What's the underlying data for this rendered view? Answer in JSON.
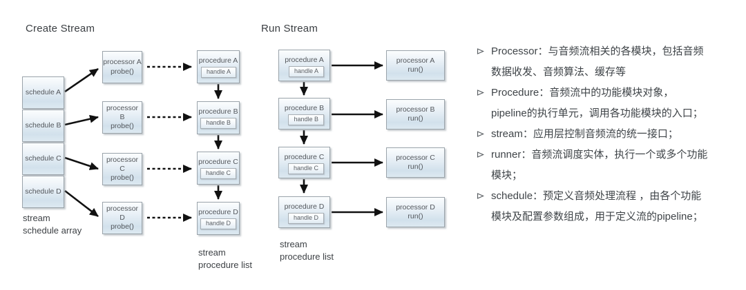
{
  "create": {
    "title": "Create Stream",
    "schedules": [
      "schedule A",
      "schedule B",
      "schedule C",
      "schedule D"
    ],
    "processors": [
      {
        "name": "processor A",
        "method": "probe()"
      },
      {
        "name": "processor B",
        "method": "probe()"
      },
      {
        "name": "processor C",
        "method": "probe()"
      },
      {
        "name": "processor D",
        "method": "probe()"
      }
    ],
    "procedures": [
      {
        "name": "procedure A",
        "handle": "handle A"
      },
      {
        "name": "procedure B",
        "handle": "handle B"
      },
      {
        "name": "procedure C",
        "handle": "handle C"
      },
      {
        "name": "procedure D",
        "handle": "handle D"
      }
    ],
    "array_caption": {
      "line1": "stream",
      "line2": "schedule array"
    },
    "list_caption": {
      "line1": "stream",
      "line2": "procedure list"
    }
  },
  "run": {
    "title": "Run Stream",
    "procedures": [
      {
        "name": "procedure A",
        "handle": "handle A"
      },
      {
        "name": "procedure B",
        "handle": "handle B"
      },
      {
        "name": "procedure C",
        "handle": "handle C"
      },
      {
        "name": "procedure D",
        "handle": "handle D"
      }
    ],
    "processors": [
      {
        "name": "processor A",
        "method": "run()"
      },
      {
        "name": "processor B",
        "method": "run()"
      },
      {
        "name": "processor C",
        "method": "run()"
      },
      {
        "name": "processor D",
        "method": "run()"
      }
    ],
    "list_caption": {
      "line1": "stream",
      "line2": "procedure list"
    }
  },
  "legend": {
    "items": [
      {
        "term": "Processor",
        "desc": "：与音频流相关的各模块，包括音频\n数据收发、音频算法、缓存等"
      },
      {
        "term": "Procedure",
        "desc": "：音频流中的功能模块对象，\npipeline的执行单元，调用各功能模块的入口；"
      },
      {
        "term": "stream",
        "desc": "：应用层控制音频流的统一接口；"
      },
      {
        "term": "runner",
        "desc": "：音频流调度实体，执行一个或多个功能\n模块；"
      },
      {
        "term": "schedule",
        "desc": "：预定义音频处理流程 ，由各个功能\n模块及配置参数组成，用于定义流的pipeline；"
      }
    ]
  },
  "colors": {
    "box_fill_top": "#fbfdfe",
    "box_fill_bottom": "#d2e1ec",
    "box_border": "#9aa3aa",
    "arrow": "#111111",
    "text": "#53575c"
  }
}
